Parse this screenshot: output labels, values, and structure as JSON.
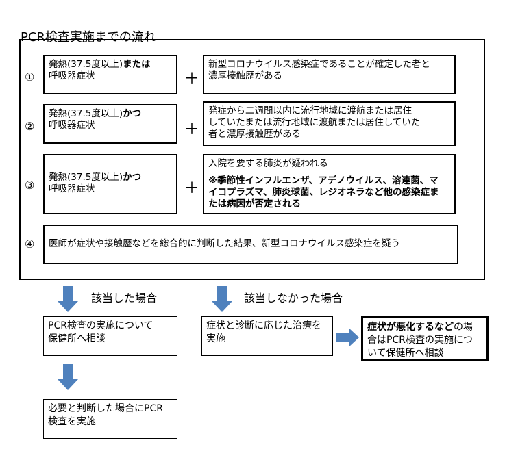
{
  "title": "PCR検査実施までの流れ",
  "criteria": [
    {
      "num": "①",
      "left_pre": "発熱(37.5度以上)",
      "left_bold": "または",
      "left_line2": "呼吸器症状",
      "plus": "＋",
      "right_line1": "新型コロナウイルス感染症であることが確定した者と",
      "right_line2": "濃厚接触歴がある"
    },
    {
      "num": "②",
      "left_pre": "発熱(37.5度以上)",
      "left_bold": "かつ",
      "left_line2": "呼吸器症状",
      "plus": "＋",
      "right_line1": "発症から二週間以内に流行地域に渡航または居住",
      "right_line2": "していたまたは流行地域に渡航または居住していた",
      "right_line3": "者と濃厚接触歴がある"
    },
    {
      "num": "③",
      "left_pre": "発熱(37.5度以上)",
      "left_bold": "かつ",
      "left_line2": "呼吸器症状",
      "plus": "＋",
      "right_line1": "入院を要する肺炎が疑われる",
      "note_line1": "※季節性インフルエンザ、アデノウイルス、溶連菌、マ",
      "note_line2": "イコプラズマ、肺炎球菌、レジオネラなど他の感染症ま",
      "note_line3": "たは病因が否定される"
    },
    {
      "num": "④",
      "text": "医師が症状や接触歴などを総合的に判断した結果、新型コロナウイルス感染症を疑う"
    }
  ],
  "branch_yes": "該当した場合",
  "branch_no": "該当しなかった場合",
  "yes_box": {
    "line1": "PCR検査の実施について",
    "line2": "保健所へ相談"
  },
  "no_box": {
    "line1": "症状と診断に応じた治療を",
    "line2": "実施"
  },
  "worse_box": {
    "bold": "症状が悪化するなど",
    "rest1": "の場",
    "line2": "合はPCR検査の実施につ",
    "line3": "いて保健所へ相談"
  },
  "final_box": {
    "line1": "必要と判断した場合にPCR",
    "line2": "検査を実施"
  },
  "colors": {
    "arrow": "#4f81bd",
    "border": "#000000"
  }
}
